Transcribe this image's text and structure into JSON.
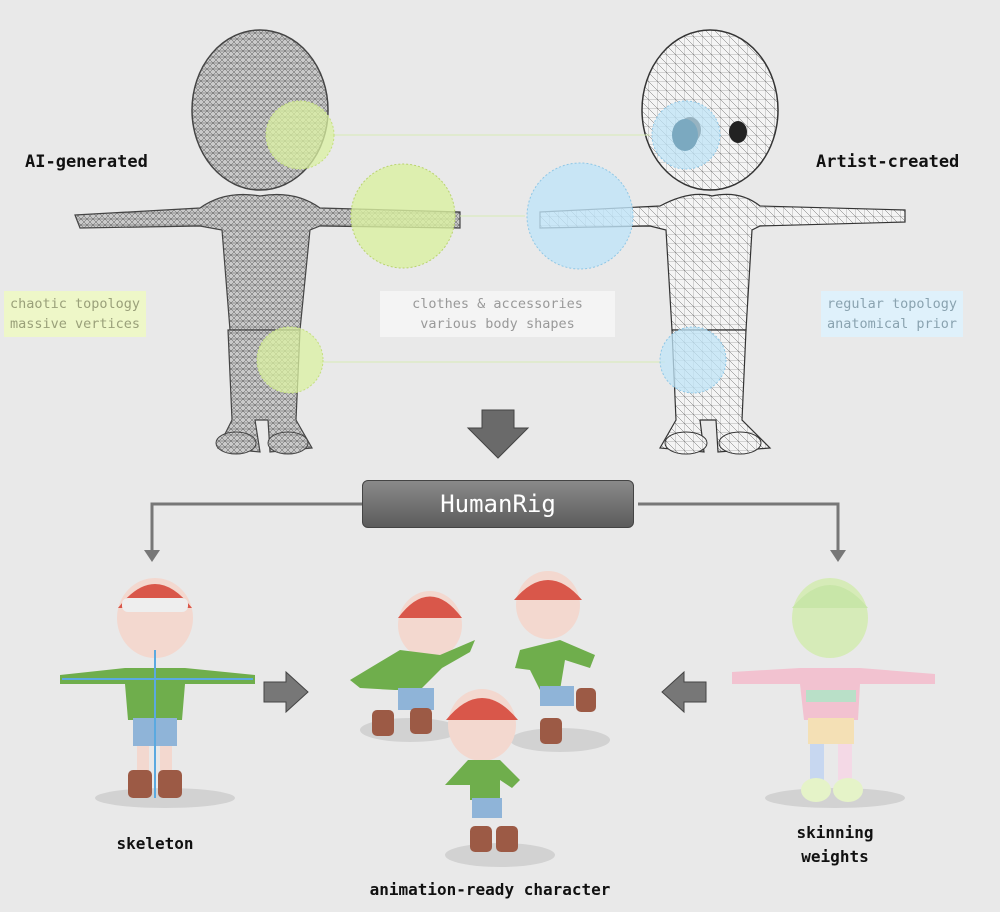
{
  "labels": {
    "ai_generated": "AI-generated",
    "artist_created": "Artist-created",
    "chaotic": "chaotic topology\nmassive vertices",
    "clothes": "clothes & accessories\nvarious body shapes",
    "regular": "regular topology\nanatomical prior",
    "humanrig": "HumanRig",
    "skeleton": "skeleton",
    "animation_ready": "animation-ready character",
    "skinning": "skinning\nweights"
  },
  "colors": {
    "green_highlight": "#d9f0a0",
    "blue_highlight": "#bfe4f7",
    "arrow_gray": "#666666",
    "cap_red": "#d9574a",
    "jacket_green": "#6fae4c"
  }
}
